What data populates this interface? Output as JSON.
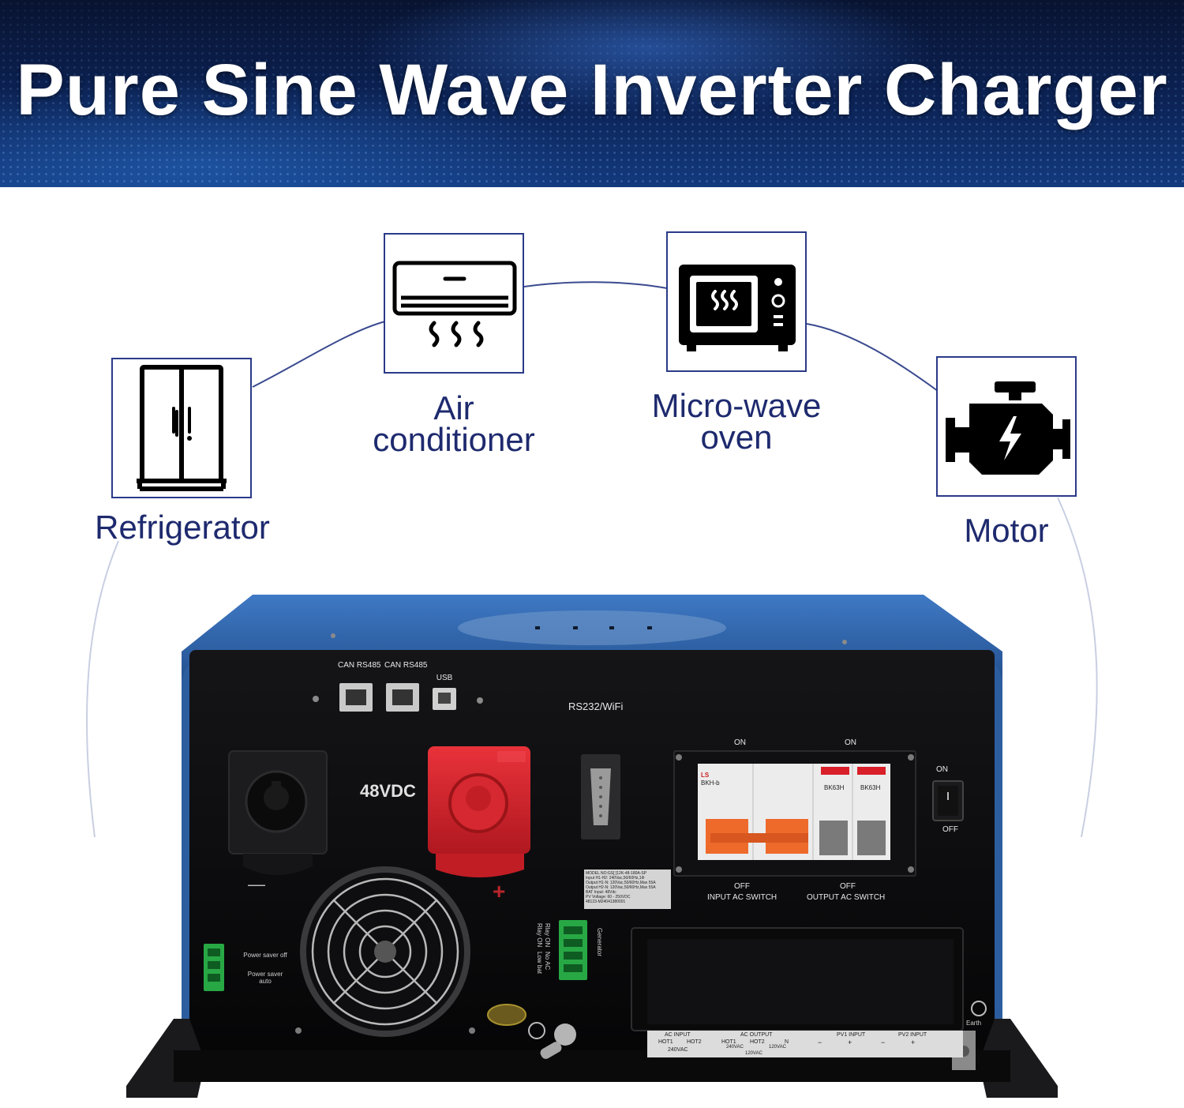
{
  "banner": {
    "title": "Pure Sine Wave Inverter Charger"
  },
  "appliances": [
    {
      "label": "Refrigerator",
      "icon": "refrigerator-icon"
    },
    {
      "label_line1": "Air",
      "label_line2": "conditioner",
      "icon": "air-conditioner-icon"
    },
    {
      "label_line1": "Micro-wave",
      "label_line2": "oven",
      "icon": "microwave-icon"
    },
    {
      "label": "Motor",
      "icon": "motor-icon"
    }
  ],
  "inverter": {
    "ports": {
      "can_rs485_1": "CAN RS485",
      "can_rs485_2": "CAN RS485",
      "usb": "USB",
      "rs232_wifi": "RS232/WiFi"
    },
    "battery_voltage": "48VDC",
    "negative_sign": "—",
    "positive_sign": "+",
    "breakers": {
      "on_left": "ON",
      "on_right": "ON",
      "off_left": "OFF",
      "off_right": "OFF",
      "input_switch": "INPUT AC SWITCH",
      "output_switch": "OUTPUT AC SWITCH",
      "brand": "LS",
      "model_left": "BKH-b",
      "model_right_a": "BK63H",
      "model_right_b": "BK63H"
    },
    "power_switch": {
      "on": "ON",
      "off": "OFF"
    },
    "power_saver": {
      "off": "Power saver off",
      "auto": "Power saver auto"
    },
    "relay_labels": [
      "Rlay ON",
      "Rlay ON",
      "Low bat",
      "No AC"
    ],
    "generator": "Generator",
    "earth": "Earth",
    "nameplate": {
      "line1": "MODEL NO:GS[ ]12K-48-180A-SP",
      "line2": "Input H1-H2: 240Vac,50/60Hz,1Φ",
      "line3": "Output H1-N: 120Vac,50/60Hz,Max 55A",
      "line4": "Output H2-N: 120Vac,50/60Hz,Max 55A",
      "line5": "BAT Input: 48Vdc",
      "line6": "PV Voltage: 60 - 250VDC",
      "line7": "48123-M24041380001"
    },
    "terminal_strip": {
      "ac_input": "AC INPUT",
      "ac_output": "AC OUTPUT",
      "pv1": "PV1 INPUT",
      "pv2": "PV2 INPUT",
      "hot1": "HOT1",
      "hot2": "HOT2",
      "n": "N",
      "v240_in": "240VAC",
      "v240_out": "240VAC",
      "v120_a": "120VAC",
      "v120_b": "120VAC",
      "minus": "−",
      "plus": "+"
    }
  },
  "colors": {
    "banner_dark": "#0c2356",
    "card_border": "#2b3a88",
    "label_text": "#1e2a6e",
    "inverter_blue": "#2f5fa8",
    "inverter_face": "#0d0d0f",
    "positive_red": "#d6202a"
  }
}
